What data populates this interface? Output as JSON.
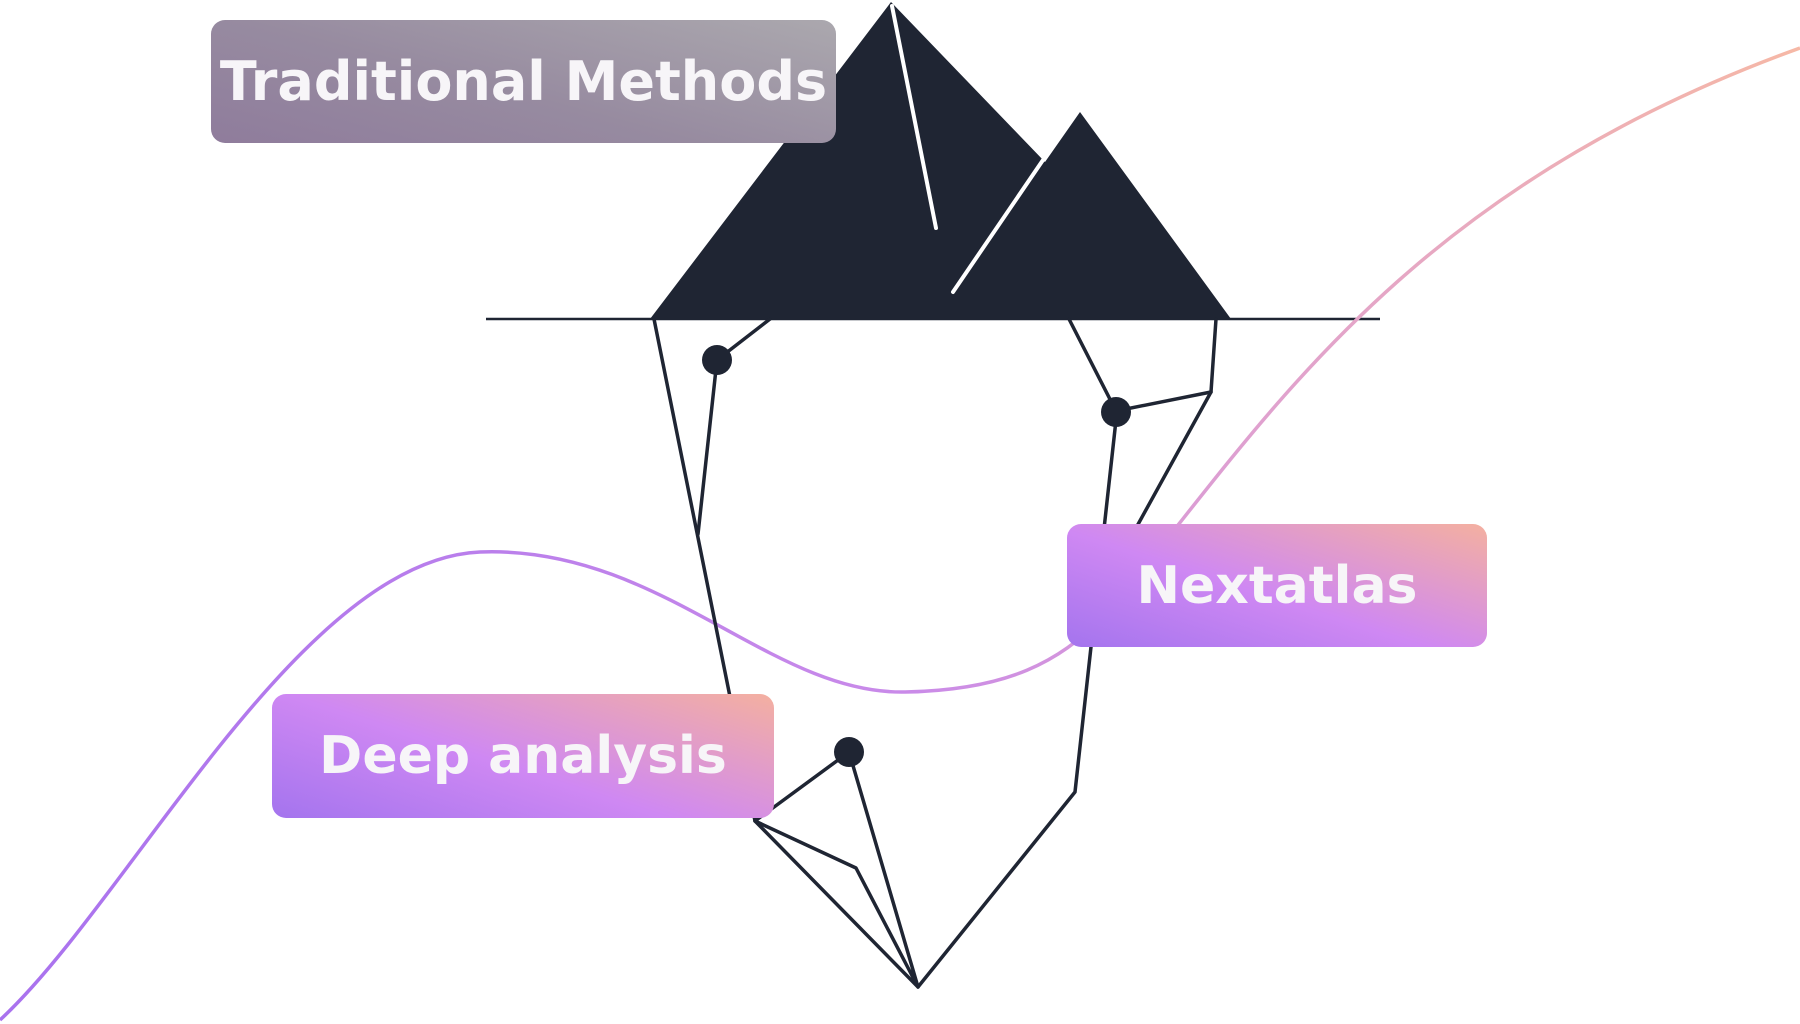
{
  "labels": {
    "traditional": "Traditional Methods",
    "nextatlas": "Nextatlas",
    "deep": "Deep analysis"
  },
  "colors": {
    "iceberg": "#1f2533",
    "waterline": "#1f2533",
    "curve_start": "#a972ee",
    "curve_mid": "#d58ad6",
    "curve_end": "#f6b8a6",
    "traditional_box": "#978ba0",
    "highlight_box": "#cf88f3",
    "label_text": "#f7f5f8"
  }
}
